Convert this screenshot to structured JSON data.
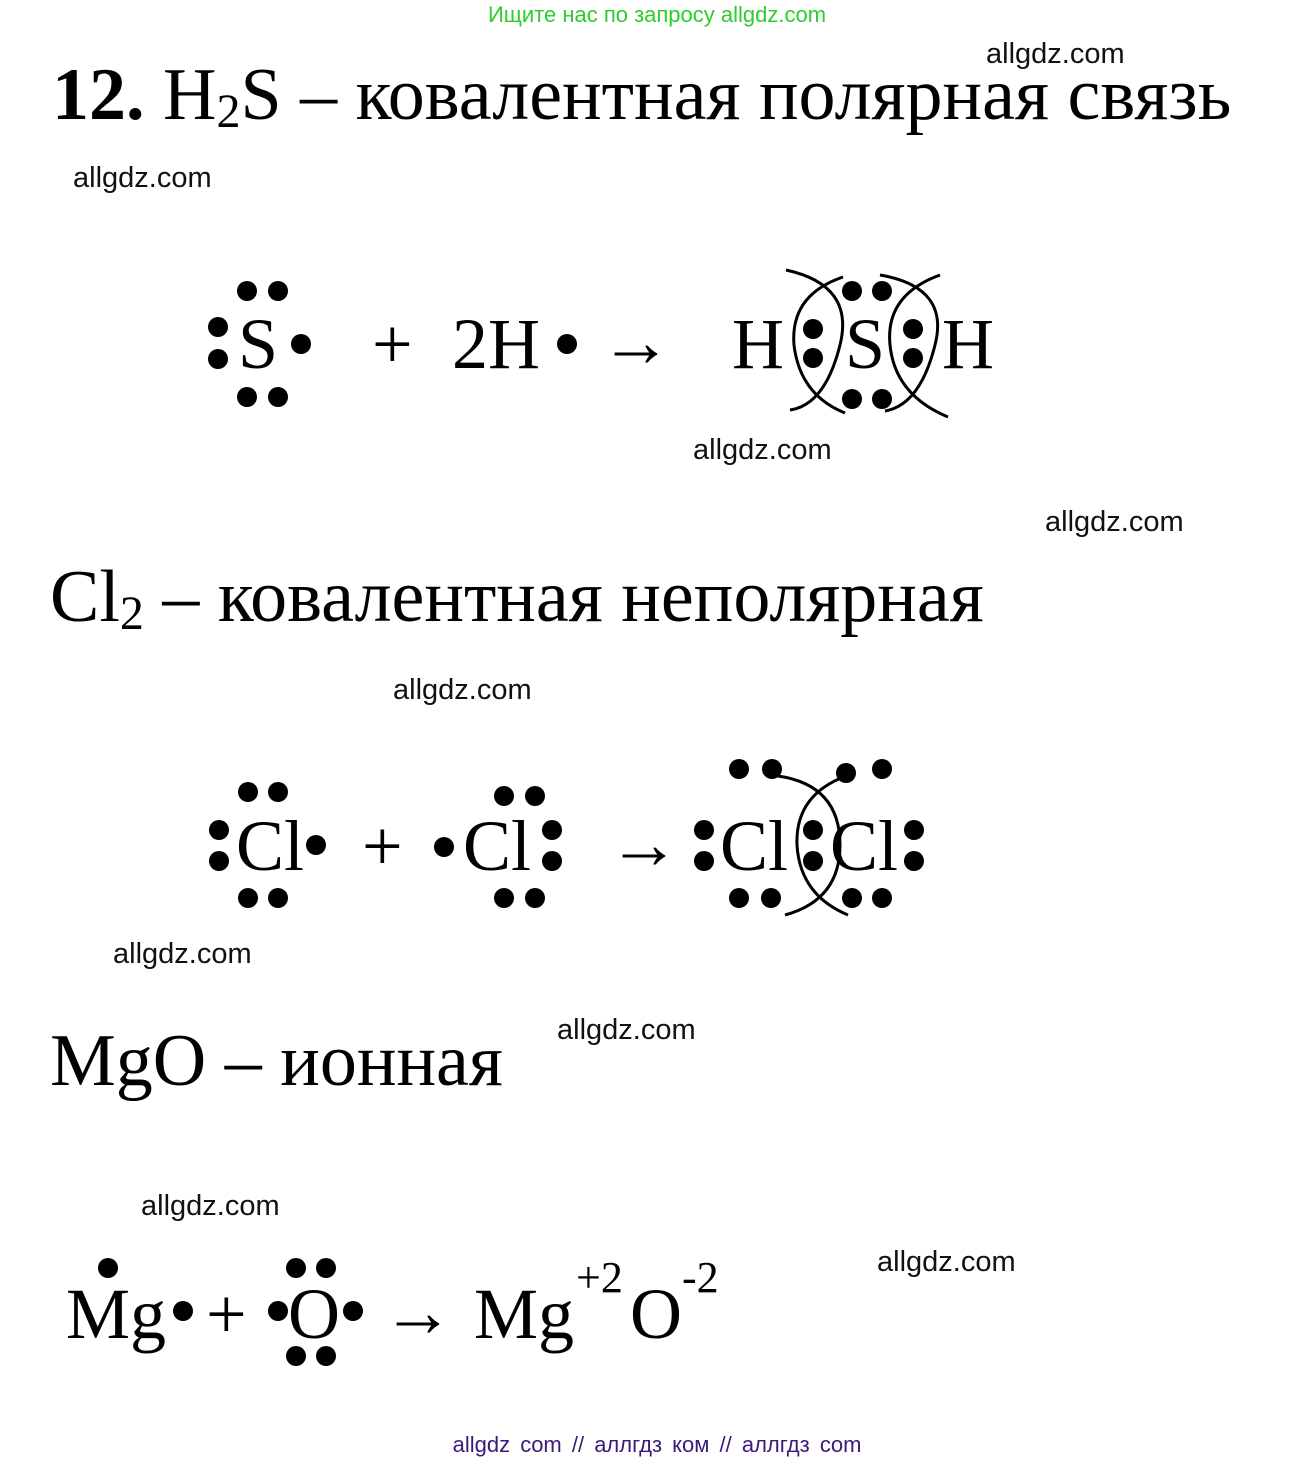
{
  "banner_top": {
    "text": "Ищите нас по запросу allgdz.com",
    "color": "#2ecc2e"
  },
  "banner_bottom": {
    "text": "allgdz com  //  аллгдз ком  //  аллгдз com",
    "color": "#3a1a7a"
  },
  "watermark": "allgdz.com",
  "task": {
    "number": "12.",
    "sections": [
      {
        "formula_main": "H",
        "formula_sub": "2",
        "formula_tail": "S",
        "description": "– ковалентная полярная связь",
        "scheme": {
          "reactant1": "S",
          "plus": "+",
          "reactant2": "2H",
          "arrow": "→",
          "product": [
            "H",
            "S",
            "H"
          ]
        }
      },
      {
        "formula_main": "Cl",
        "formula_sub": "2",
        "description": "– ковалентная неполярная",
        "scheme": {
          "reactant1": "Cl",
          "plus": "+",
          "reactant2": "Cl",
          "arrow": "→",
          "product": [
            "Cl",
            "Cl"
          ]
        }
      },
      {
        "formula_main": "MgO",
        "description": "– ионная",
        "scheme": {
          "reactant1": "Mg",
          "plus": "+",
          "reactant2": "O",
          "arrow": "→",
          "product_main1": "Mg",
          "product_charge1": "+2",
          "product_main2": "O",
          "product_charge2": "-2"
        }
      }
    ]
  }
}
